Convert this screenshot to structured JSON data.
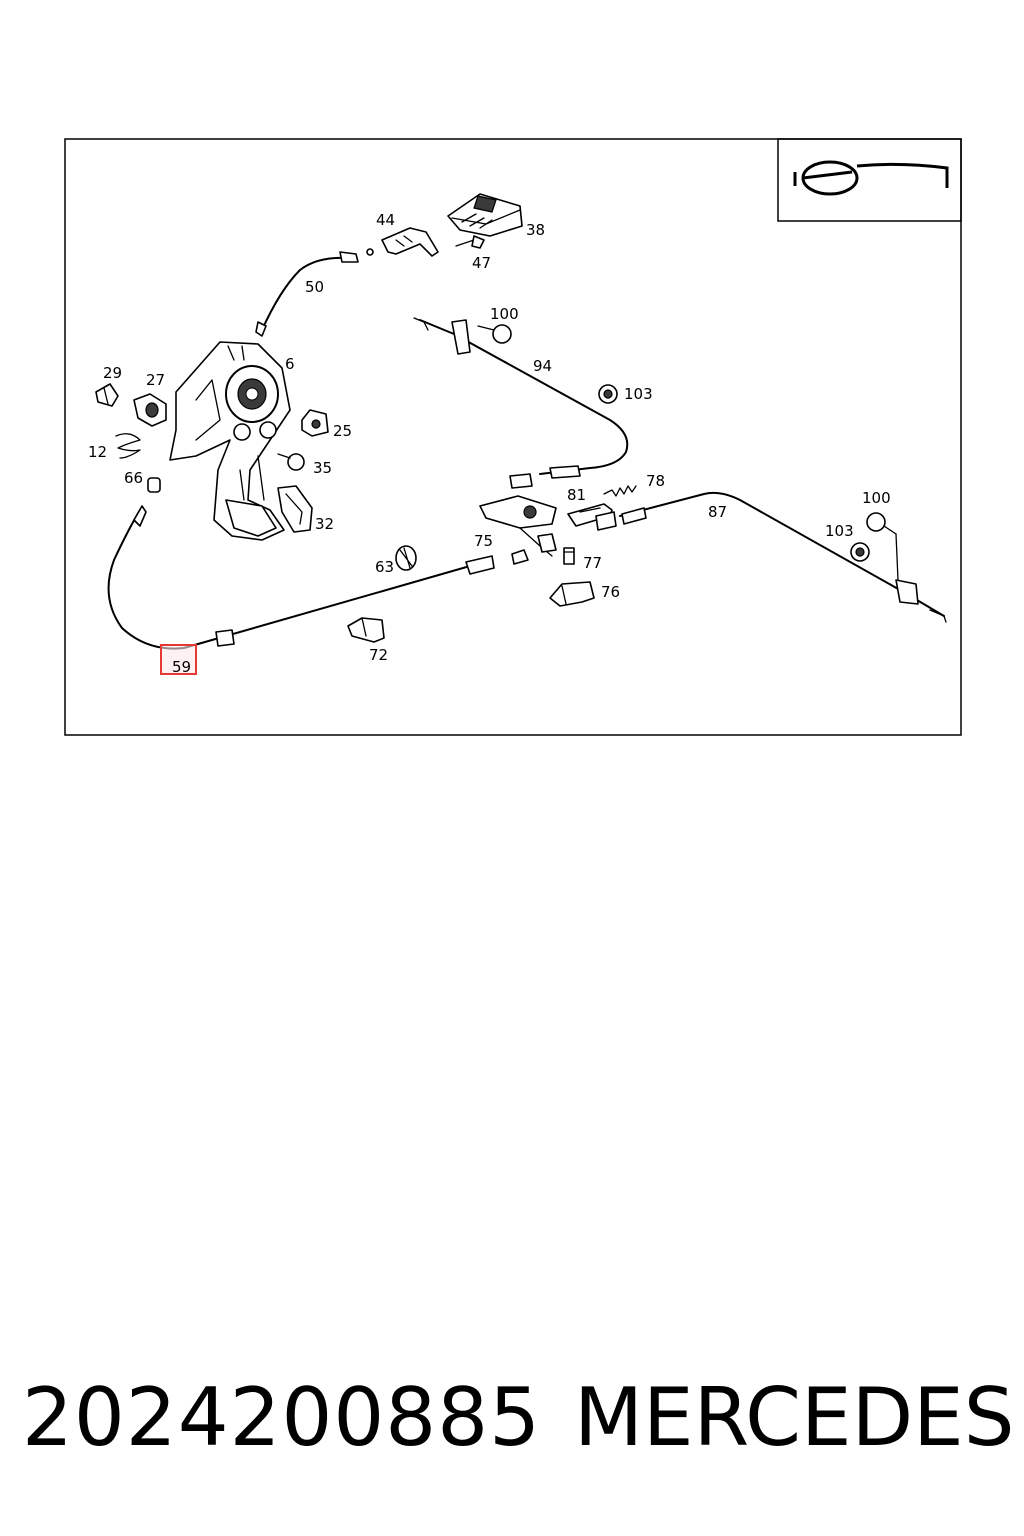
{
  "callouts": [
    {
      "id": "44",
      "label": "44"
    },
    {
      "id": "38",
      "label": "38"
    },
    {
      "id": "47",
      "label": "47"
    },
    {
      "id": "50",
      "label": "50"
    },
    {
      "id": "100a",
      "label": "100"
    },
    {
      "id": "6",
      "label": "6"
    },
    {
      "id": "94",
      "label": "94"
    },
    {
      "id": "29",
      "label": "29"
    },
    {
      "id": "27",
      "label": "27"
    },
    {
      "id": "103a",
      "label": "103"
    },
    {
      "id": "25",
      "label": "25"
    },
    {
      "id": "12",
      "label": "12"
    },
    {
      "id": "35",
      "label": "35"
    },
    {
      "id": "66",
      "label": "66"
    },
    {
      "id": "78",
      "label": "78"
    },
    {
      "id": "81",
      "label": "81"
    },
    {
      "id": "100b",
      "label": "100"
    },
    {
      "id": "87",
      "label": "87"
    },
    {
      "id": "32",
      "label": "32"
    },
    {
      "id": "103b",
      "label": "103"
    },
    {
      "id": "75",
      "label": "75"
    },
    {
      "id": "63",
      "label": "63"
    },
    {
      "id": "77",
      "label": "77"
    },
    {
      "id": "76",
      "label": "76"
    },
    {
      "id": "72",
      "label": "72"
    },
    {
      "id": "59",
      "label": "59"
    }
  ],
  "highlight": {
    "label": "59",
    "color": "#e53935"
  },
  "footer": {
    "part_number": "2024200885",
    "brand": "MERCEDES"
  }
}
